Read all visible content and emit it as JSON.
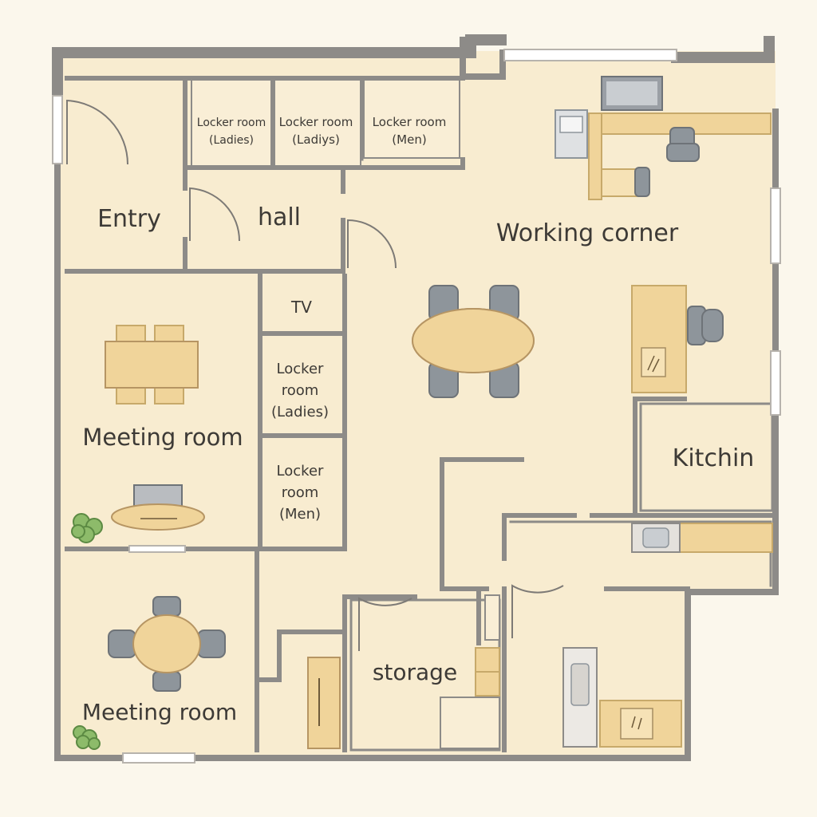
{
  "rooms": {
    "entry": "Entry",
    "hall": "hall",
    "locker_top_1": [
      "Locker room",
      "(Ladies)"
    ],
    "locker_top_2": [
      "Locker room",
      "(Ladiys)"
    ],
    "locker_top_3": [
      "Locker room",
      "(Men)"
    ],
    "working_corner": "Working corner",
    "tv": "TV",
    "locker_mid_ladies": [
      "Locker",
      "room",
      "(Ladies)"
    ],
    "locker_mid_men": [
      "Locker",
      "room",
      "(Men)"
    ],
    "meeting_room_1": "Meeting room",
    "meeting_room_2": "Meeting room",
    "kitchen": "Kitchin",
    "storage": "storage"
  },
  "colors": {
    "wall": "#8d8b88",
    "floor": "#f8ecd0",
    "wood": "#f0d49a",
    "chair": "#8e959b",
    "plant": "#8dbb6a",
    "window": "#ffffff"
  }
}
